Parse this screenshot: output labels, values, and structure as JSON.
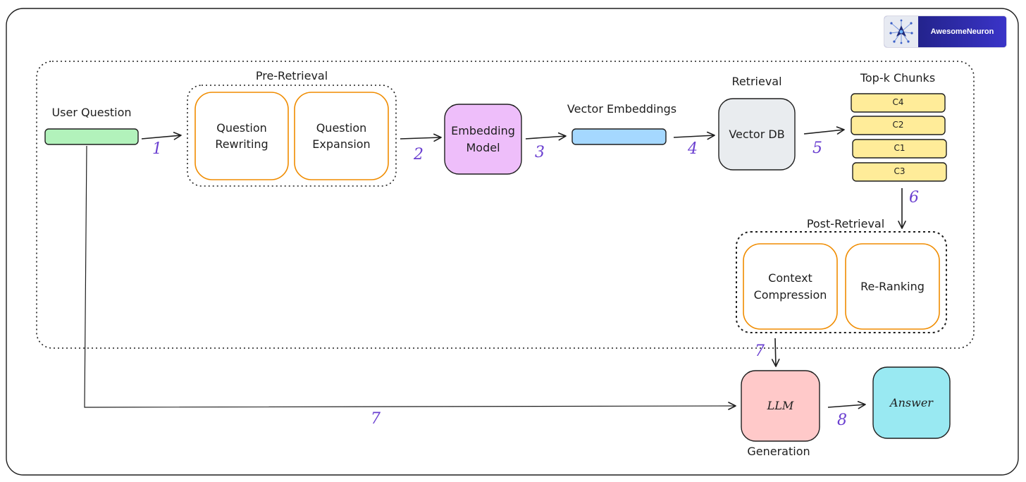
{
  "brand": {
    "name": "AwesomeNeuron",
    "logo_icon": "neuron-network-icon",
    "background": "#2b2aa0"
  },
  "colors": {
    "ink": "#1e1e1e",
    "step_number": "#6a3fd0",
    "input_bar": "#b2f2bb",
    "embedding_model": "#eebefa",
    "vector_bar": "#a5d8ff",
    "vector_db": "#e9ecef",
    "chunk": "#ffec99",
    "llm": "#ffc9c9",
    "answer": "#99e9f2",
    "sub_step_border": "#f08c00"
  },
  "groups": {
    "pre_retrieval": "Pre-Retrieval",
    "retrieval": "Retrieval",
    "top_k": "Top-k Chunks",
    "post_retrieval": "Post-Retrieval",
    "generation": "Generation"
  },
  "nodes": {
    "user_question": "User Question",
    "question_rewriting": "Question\nRewriting",
    "question_expansion": "Question\nExpansion",
    "embedding_model": "Embedding\nModel",
    "vector_embeddings": "Vector Embeddings",
    "vector_db": "Vector DB",
    "context_compression": "Context\nCompression",
    "re_ranking": "Re-Ranking",
    "llm": "LLM",
    "answer": "Answer"
  },
  "chunks": [
    "C4",
    "C2",
    "C1",
    "C3"
  ],
  "steps": {
    "s1": "1",
    "s2": "2",
    "s3": "3",
    "s4": "4",
    "s5": "5",
    "s6": "6",
    "s7_post": "7",
    "s7_direct": "7",
    "s8": "8"
  }
}
